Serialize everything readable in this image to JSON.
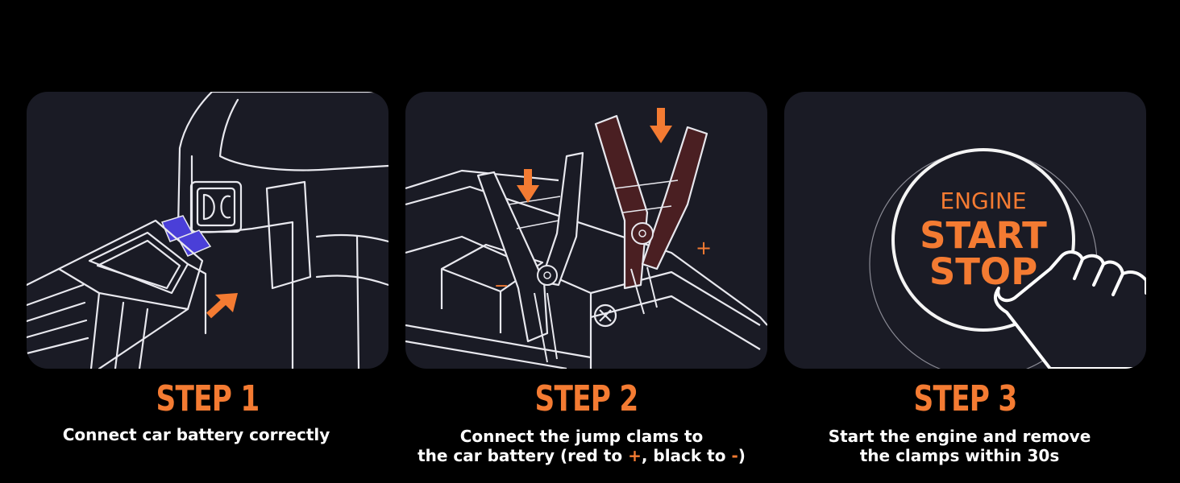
{
  "colors": {
    "accent": "#f47b32",
    "panel": "#1a1b25",
    "background": "#000000",
    "text": "#ffffff"
  },
  "steps": [
    {
      "title": "STEP 1",
      "desc_lines": [
        "Connect car battery correctly"
      ],
      "icons": [
        "jump-starter-icon",
        "ec5-connector-icon",
        "arrow-icon"
      ]
    },
    {
      "title": "STEP 2",
      "desc_line1": "Connect the jump clams to",
      "desc_line2_pre": "the car battery (red to ",
      "desc_plus": "+",
      "desc_mid": ", black to ",
      "desc_minus": "-",
      "desc_close": ")",
      "panel_plus": "+",
      "panel_minus": "−",
      "icons": [
        "car-battery-icon",
        "black-clamp-icon",
        "red-clamp-icon",
        "down-arrow-icon"
      ]
    },
    {
      "title": "STEP 3",
      "desc_lines": [
        "Start the engine and remove",
        "the clamps within 30s"
      ],
      "button_engine": "ENGINE",
      "button_start": "START",
      "button_stop": "STOP",
      "icons": [
        "start-stop-button-icon",
        "pointing-hand-icon"
      ]
    }
  ]
}
